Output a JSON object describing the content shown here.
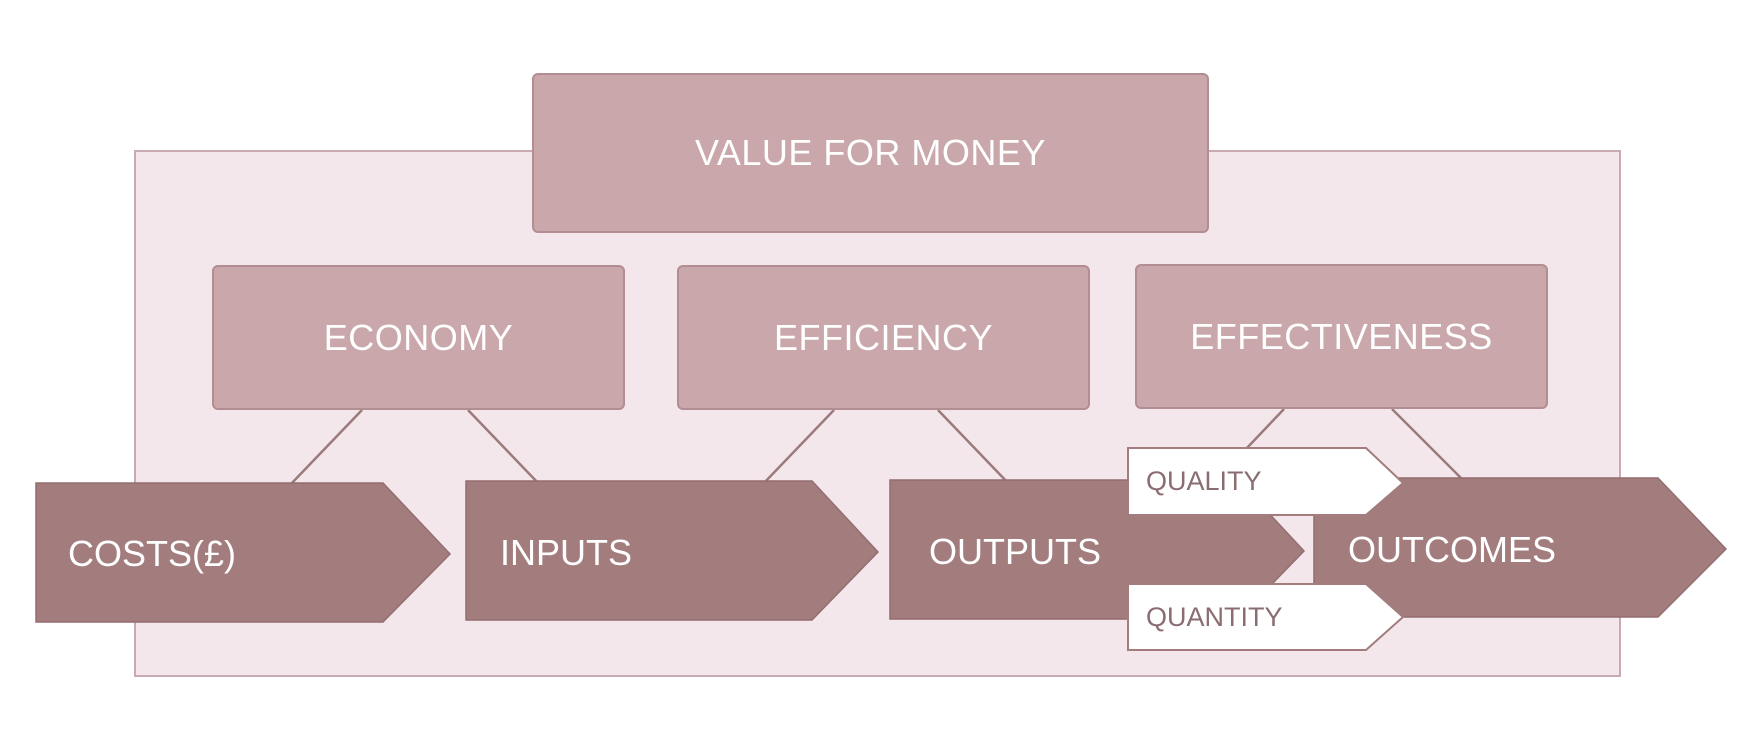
{
  "top": {
    "title": "VALUE FOR MONEY"
  },
  "dimensions": [
    {
      "label": "ECONOMY"
    },
    {
      "label": "EFFICIENCY"
    },
    {
      "label": "EFFECTIVENESS"
    }
  ],
  "flow": [
    {
      "label": "COSTS(£)"
    },
    {
      "label": "INPUTS"
    },
    {
      "label": "OUTPUTS"
    },
    {
      "label": "OUTCOMES"
    }
  ],
  "tags": {
    "quality": "QUALITY",
    "quantity": "QUANTITY"
  },
  "colors": {
    "frame_fill": "#f3e7ec",
    "box_fill": "#c9a7aa",
    "arrow_fill": "#a37d7e",
    "connector": "#9c7a7c",
    "text_light": "#ffffff",
    "tag_text": "#8a6d70"
  }
}
